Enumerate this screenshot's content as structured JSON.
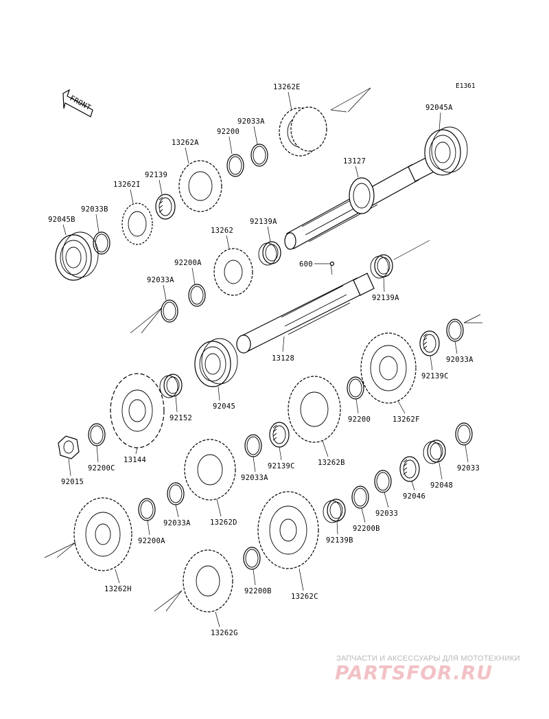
{
  "diagram": {
    "reference_code": "E1361",
    "front_label": "FRONT",
    "parts": [
      {
        "id": "p13262E",
        "label": "13262E"
      },
      {
        "id": "p92045A",
        "label": "92045A"
      },
      {
        "id": "p92033A_t",
        "label": "92033A"
      },
      {
        "id": "p92200_t",
        "label": "92200"
      },
      {
        "id": "p13262A",
        "label": "13262A"
      },
      {
        "id": "p92139",
        "label": "92139"
      },
      {
        "id": "p13262I",
        "label": "13262I"
      },
      {
        "id": "p92033B",
        "label": "92033B"
      },
      {
        "id": "p92045B",
        "label": "92045B"
      },
      {
        "id": "p13127",
        "label": "13127"
      },
      {
        "id": "p92139A_t",
        "label": "92139A"
      },
      {
        "id": "p13262",
        "label": "13262"
      },
      {
        "id": "p92200A",
        "label": "92200A"
      },
      {
        "id": "p92033A_m",
        "label": "92033A"
      },
      {
        "id": "p600",
        "label": "600"
      },
      {
        "id": "p92139A_b",
        "label": "92139A"
      },
      {
        "id": "p13128",
        "label": "13128"
      },
      {
        "id": "p92045",
        "label": "92045"
      },
      {
        "id": "p92152",
        "label": "92152"
      },
      {
        "id": "p13144",
        "label": "13144"
      },
      {
        "id": "p92200C",
        "label": "92200C"
      },
      {
        "id": "p92015",
        "label": "92015"
      },
      {
        "id": "p92033A_r",
        "label": "92033A"
      },
      {
        "id": "p92139C_r",
        "label": "92139C"
      },
      {
        "id": "p13262F",
        "label": "13262F"
      },
      {
        "id": "p92200_m",
        "label": "92200"
      },
      {
        "id": "p13262B",
        "label": "13262B"
      },
      {
        "id": "p92139C_m",
        "label": "92139C"
      },
      {
        "id": "p92033A_c",
        "label": "92033A"
      },
      {
        "id": "p13262D",
        "label": "13262D"
      },
      {
        "id": "p92033A_l",
        "label": "92033A"
      },
      {
        "id": "p92200A_l",
        "label": "92200A"
      },
      {
        "id": "p13262H",
        "label": "13262H"
      },
      {
        "id": "p92033",
        "label": "92033"
      },
      {
        "id": "p92048",
        "label": "92048"
      },
      {
        "id": "p92046",
        "label": "92046"
      },
      {
        "id": "p92033_b",
        "label": "92033"
      },
      {
        "id": "p92200B_r",
        "label": "92200B"
      },
      {
        "id": "p92139B",
        "label": "92139B"
      },
      {
        "id": "p13262C",
        "label": "13262C"
      },
      {
        "id": "p92200B",
        "label": "92200B"
      },
      {
        "id": "p13262G",
        "label": "13262G"
      }
    ]
  },
  "watermark": {
    "tagline": "ЗАПЧАСТИ И АКСЕССУАРЫ ДЛЯ МОТОТЕХНИКИ",
    "brand": "PARTSFOR.RU"
  }
}
